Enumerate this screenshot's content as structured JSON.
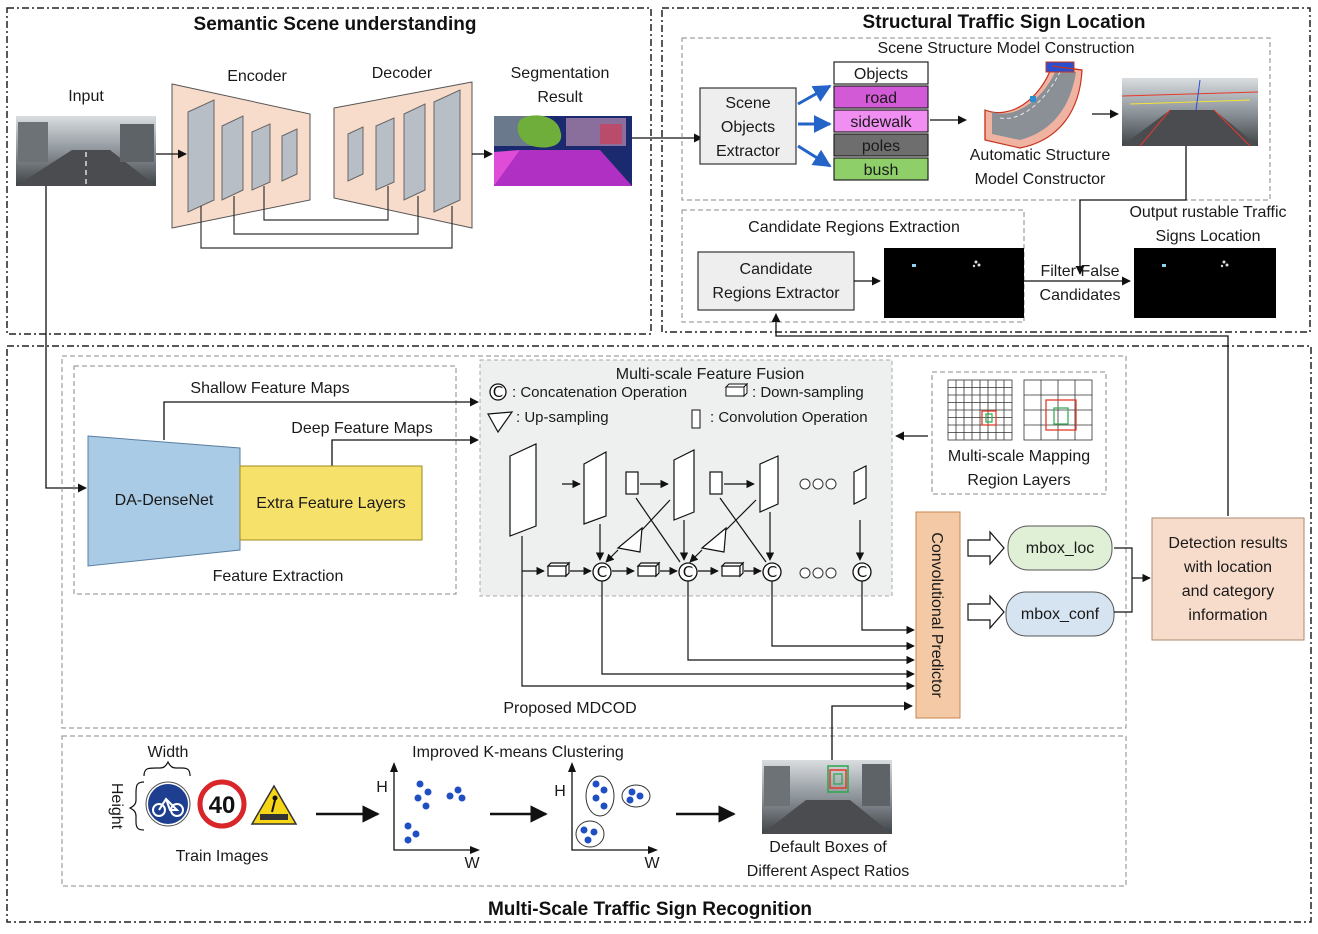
{
  "sections": {
    "semantic": "Semantic Scene understanding",
    "structural": "Structural Traffic Sign Location",
    "recognition": "Multi-Scale Traffic Sign Recognition"
  },
  "semantic": {
    "input": "Input",
    "encoder": "Encoder",
    "decoder": "Decoder",
    "seg_line1": "Segmentation",
    "seg_line2": "Result"
  },
  "structural": {
    "scene_model_title": "Scene Structure Model Construction",
    "extractor_line1": "Scene",
    "extractor_line2": "Objects",
    "extractor_line3": "Extractor",
    "objects": [
      "Objects",
      "road",
      "sidewalk",
      "poles",
      "bush"
    ],
    "object_colors": [
      "#ffffff",
      "#d35ad6",
      "#f08ef2",
      "#6e6e6e",
      "#8fcf6a"
    ],
    "auto_line1": "Automatic Structure",
    "auto_line2": "Model Constructor",
    "candidate_title": "Candidate Regions Extraction",
    "candidate_line1": "Candidate",
    "candidate_line2": "Regions Extractor",
    "filter_line1": "Filter  False",
    "filter_line2": "Candidates",
    "output_line1": "Output rustable Traffic",
    "output_line2": "Signs Location"
  },
  "recognition": {
    "shallow": "Shallow Feature Maps",
    "deep": "Deep Feature Maps",
    "densenet": "DA-DenseNet",
    "extra": "Extra Feature Layers",
    "feature_extraction": "Feature Extraction",
    "fusion_title": "Multi-scale Feature Fusion",
    "legend_concat": ": Concatenation Operation",
    "legend_down": ": Down-sampling",
    "legend_up": ": Up-sampling",
    "legend_conv": ": Convolution Operation",
    "concat_symbol": "C",
    "mapping_line1": "Multi-scale Mapping",
    "mapping_line2": "Region  Layers",
    "predictor": "Convolutional Predictor",
    "mbox_loc": "mbox_loc",
    "mbox_conf": "mbox_conf",
    "detection_line1": "Detection results",
    "detection_line2": "with location",
    "detection_line3": "and category",
    "detection_line4": "information",
    "mdcod": "Proposed MDCOD",
    "kmeans": "Improved K-means Clustering",
    "width": "Width",
    "height": "Height",
    "train": "Train Images",
    "sign_speed": "40",
    "axis_h": "H",
    "axis_w": "W",
    "default_line1": "Default Boxes of",
    "default_line2": "Different Aspect Ratios"
  },
  "colors": {
    "encoder_fill": "#f8dccb",
    "densenet_fill": "#a9cbe6",
    "extra_fill": "#f6e16a",
    "predictor_fill": "#f4c9a6",
    "detection_fill": "#f8dccb",
    "mbox_loc_fill": "#dff0d6",
    "mbox_conf_fill": "#d6e4f2",
    "fusion_fill": "#eef0ef",
    "cluster_dot": "#1f4fc2"
  }
}
